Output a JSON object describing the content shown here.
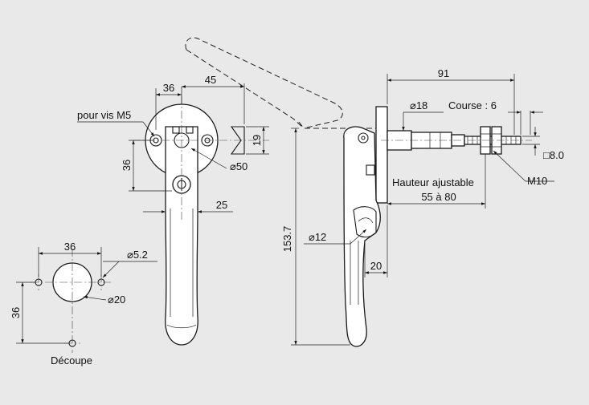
{
  "drawing": {
    "front_view": {
      "dim_36": "36",
      "dim_45": "45",
      "label_pour_vis": "pour vis M5",
      "dim_19": "19",
      "dim_36_vertical": "36",
      "dim_dia_50": "⌀50",
      "dim_25": "25"
    },
    "cutout": {
      "dim_36": "36",
      "dim_dia_5_2": "⌀5.2",
      "dim_dia_20": "⌀20",
      "dim_36_vertical": "36",
      "label": "Découpe"
    },
    "side_view": {
      "dim_91": "91",
      "dim_dia_18": "⌀18",
      "label_course": "Course : 6",
      "dim_square_8": "□8.0",
      "label_m10": "M10",
      "label_hauteur": "Hauteur ajustable",
      "label_range": "55 à 80",
      "dim_153_7": "153.7",
      "dim_dia_12": "⌀12",
      "dim_20": "20"
    }
  }
}
